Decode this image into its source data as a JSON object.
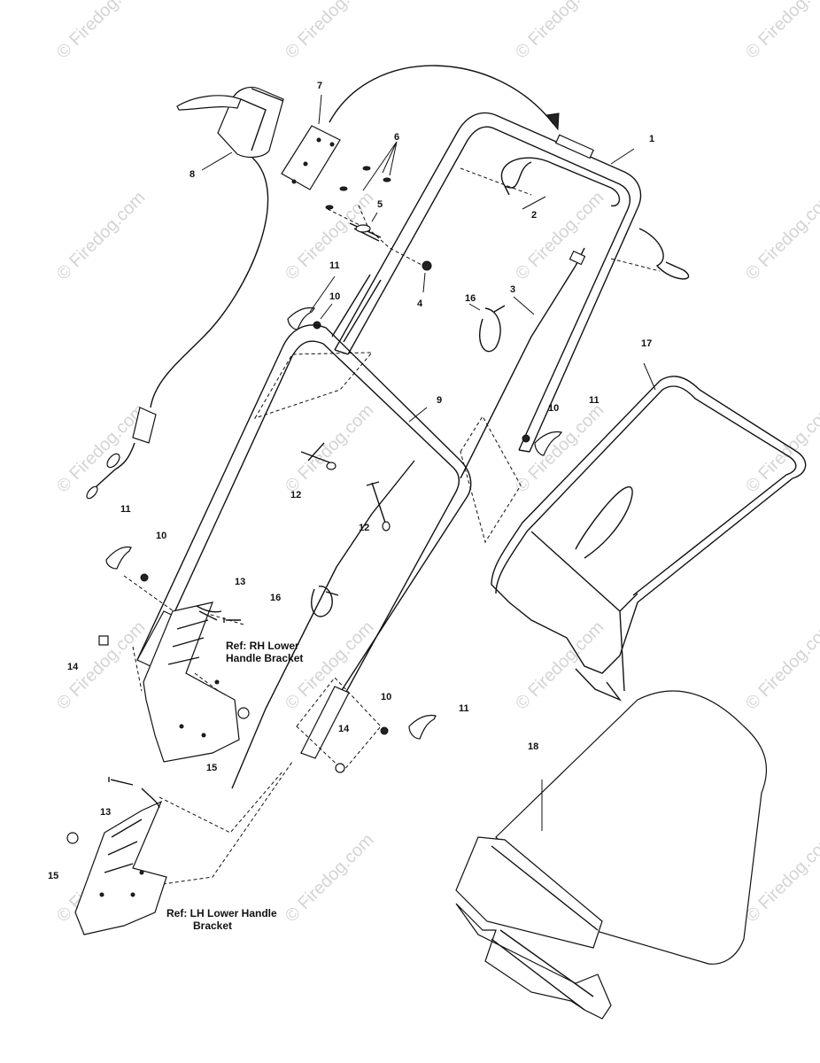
{
  "watermark": "© Firedog.com",
  "refs": {
    "rh_line1": "Ref: RH Lower",
    "rh_line2": "Handle Bracket",
    "lh_line1": "Ref: LH Lower Handle",
    "lh_line2": "Bracket"
  },
  "callouts": {
    "c1": "1",
    "c2": "2",
    "c3": "3",
    "c4": "4",
    "c5": "5",
    "c6": "6",
    "c7": "7",
    "c8": "8",
    "c9": "9",
    "c10a": "10",
    "c10b": "10",
    "c10c": "10",
    "c10d": "10",
    "c11a": "11",
    "c11b": "11",
    "c11c": "11",
    "c11d": "11",
    "c12a": "12",
    "c12b": "12",
    "c13a": "13",
    "c13b": "13",
    "c14a": "14",
    "c14b": "14",
    "c15a": "15",
    "c15b": "15",
    "c16a": "16",
    "c16b": "16",
    "c17": "17",
    "c18": "18"
  }
}
